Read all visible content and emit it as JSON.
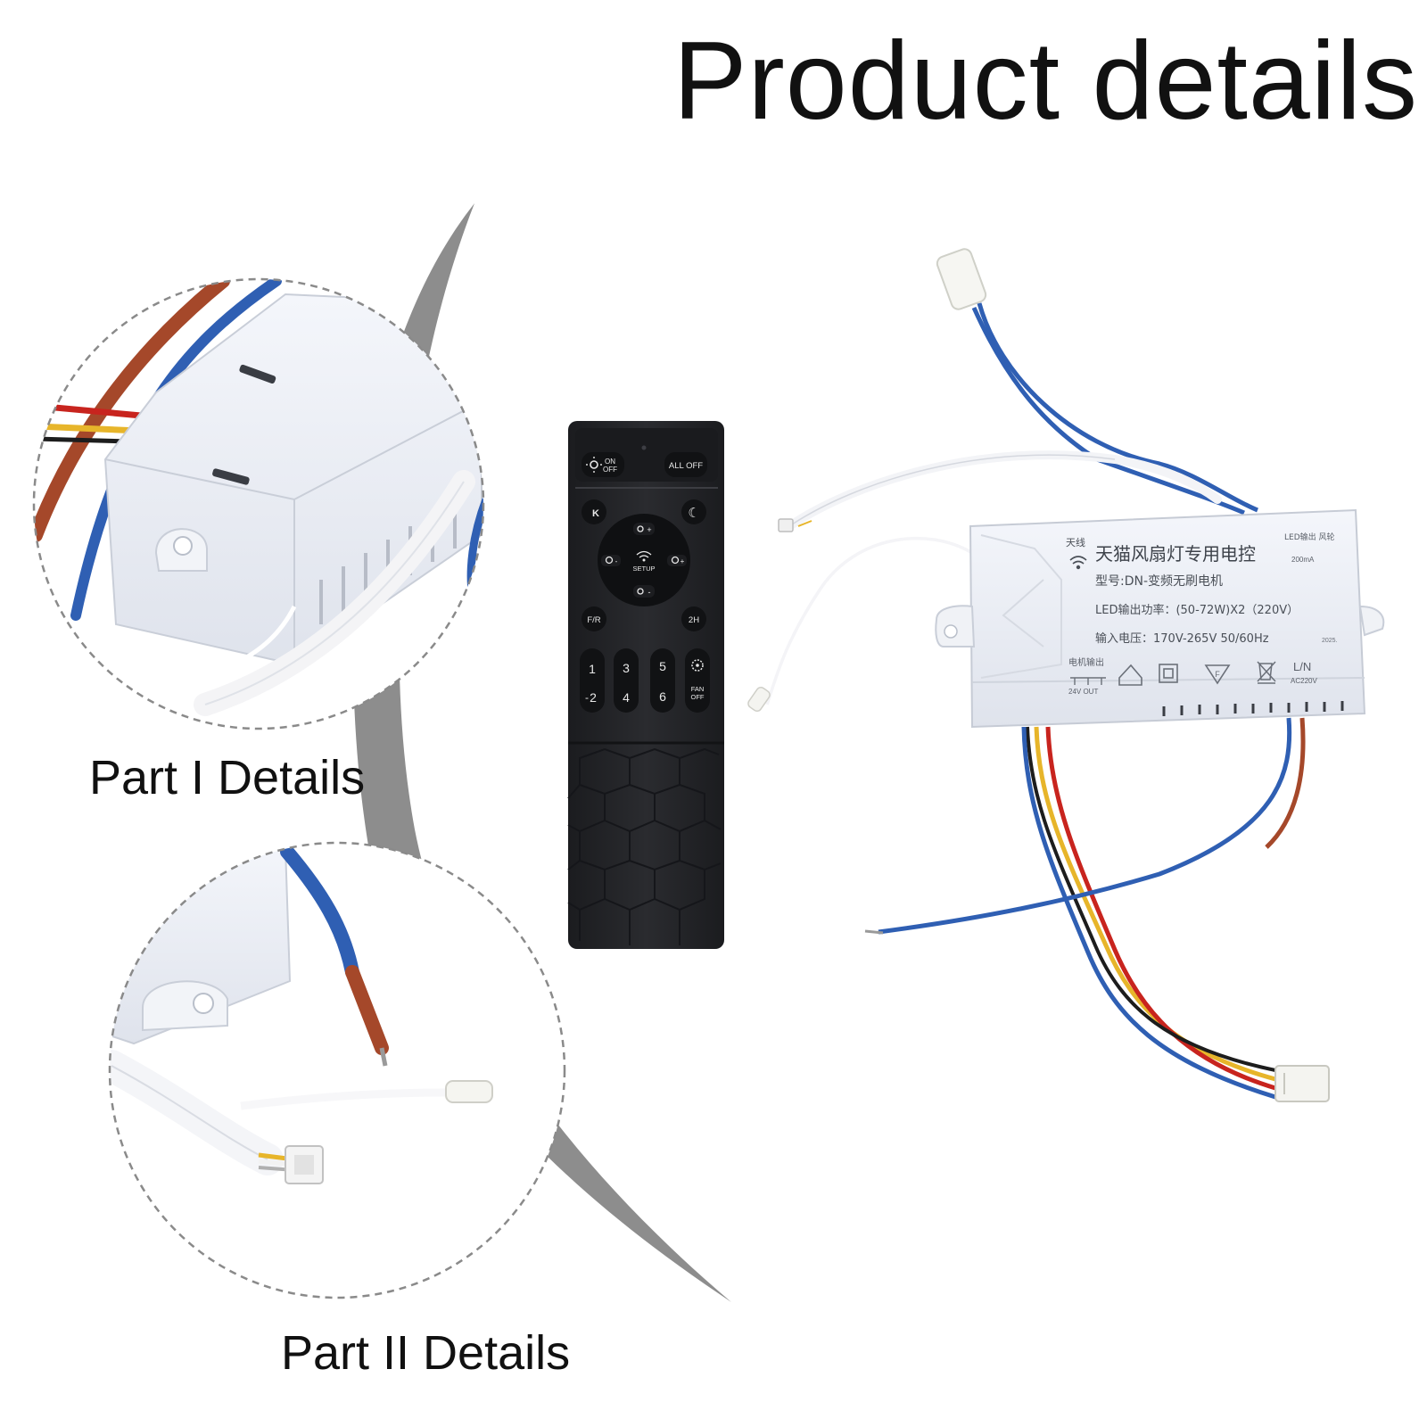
{
  "page": {
    "title": "Product details",
    "captions": {
      "part1": "Part I Details",
      "part2": "Part II Details"
    }
  },
  "remote": {
    "buttons": {
      "on_off": "ON\nOFF",
      "all_off": "ALL OFF",
      "k": "K",
      "moon": "☾",
      "setup": "SETUP",
      "fr": "F/R",
      "two_h": "2H",
      "n1": "1",
      "n2": "2",
      "n3": "3",
      "n4": "4",
      "n5": "5",
      "n6": "6",
      "fan_off": "FAN\nOFF"
    },
    "icons": [
      "power-sun-icon",
      "moon-icon",
      "brightness-up-icon",
      "brightness-down-icon",
      "color-temp-minus-icon",
      "color-temp-plus-icon",
      "wifi-icon",
      "fan-speed-icon"
    ]
  },
  "controller_label": {
    "antenna": "天线",
    "brand": "天猫风扇灯专用电控",
    "model": "型号:DN-变频无刷电机",
    "led_power": "LED输出功率：(50-72W)X2（220V）",
    "input_voltage": "输入电压：170V-265V   50/60Hz",
    "date_code": "2025.",
    "led_output": "LED输出 风轮",
    "current": "200mA",
    "motor_output": "电机输出",
    "out_24v": "24V  OUT",
    "ln": "L/N",
    "ac": "AC220V"
  },
  "colors": {
    "wire_blue": "#2f5fb3",
    "wire_brown": "#a5482a",
    "wire_red": "#c8241e",
    "wire_yellow": "#e7b52a",
    "wire_black": "#1d1d1d",
    "remote_body": "#232427",
    "housing": "#eef1f7",
    "swoosh_gray": "#8d8d8d"
  }
}
